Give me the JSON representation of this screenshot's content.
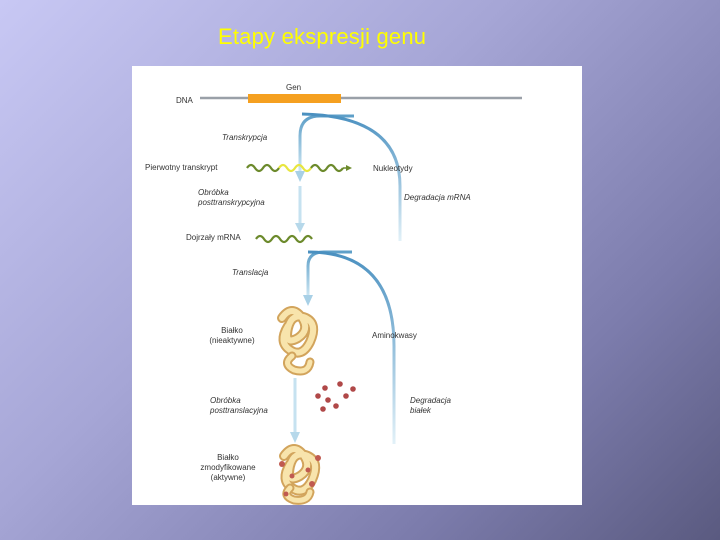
{
  "title": "Etapy ekspresji genu",
  "diagram": {
    "gene": "Gen",
    "dna": "DNA",
    "transcription": "Transkrypcja",
    "primary_transcript": "Pierwotny transkrypt",
    "nucleotides": "Nukleotydy",
    "post_transcriptional_1": "Obróbka",
    "post_transcriptional_2": "posttranskrypcyjna",
    "mrna_degradation": "Degradacja mRNA",
    "mature_mrna": "Dojrzały mRNA",
    "translation": "Translacja",
    "protein_inactive_1": "Białko",
    "protein_inactive_2": "(nieaktywne)",
    "amino_acids": "Aminokwasy",
    "post_translational_1": "Obróbka",
    "post_translational_2": "posttranslacyjna",
    "protein_degradation_1": "Degradacja",
    "protein_degradation_2": "białek",
    "protein_modified_1": "Białko",
    "protein_modified_2": "zmodyfikowane",
    "protein_modified_3": "(aktywne)"
  },
  "colors": {
    "title": "#ffff00",
    "gene_bar": "#f5a020",
    "arrow": "#7ab8d8",
    "mrna_wave": "#6c8a2c",
    "mrna_highlight": "#e8e640",
    "protein": "#f4d890",
    "amino_acid": "#b04848"
  }
}
